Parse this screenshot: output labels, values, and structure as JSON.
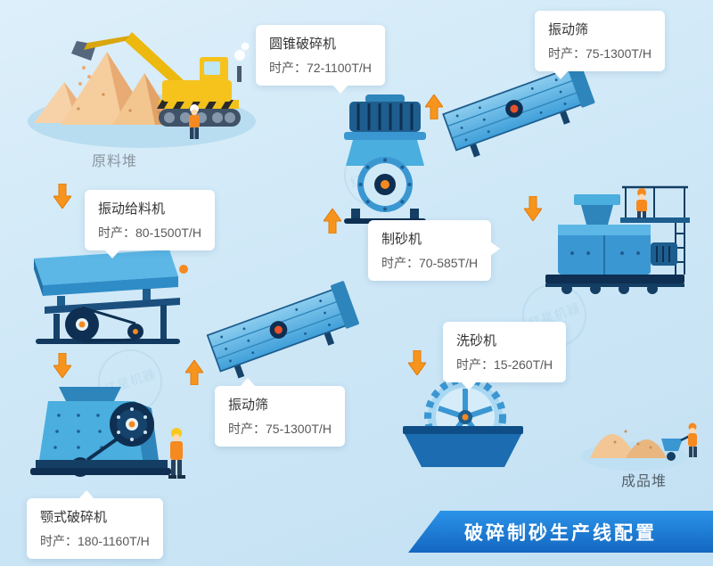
{
  "banner": {
    "title": "破碎制砂生产线配置",
    "bg": "#1b7fd8",
    "text_color": "#ffffff"
  },
  "labels": {
    "raw_pile": "原料堆",
    "product_pile": "成品堆"
  },
  "callouts": {
    "feeder": {
      "name": "振动给料机",
      "capacity": "时产：80-1500T/H"
    },
    "cone": {
      "name": "圆锥破碎机",
      "capacity": "时产：72-1100T/H"
    },
    "screen_top": {
      "name": "振动筛",
      "capacity": "时产：75-1300T/H"
    },
    "screen_mid": {
      "name": "振动筛",
      "capacity": "时产：75-1300T/H"
    },
    "sand_maker": {
      "name": "制砂机",
      "capacity": "时产：70-585T/H"
    },
    "washer": {
      "name": "洗砂机",
      "capacity": "时产：15-260T/H"
    },
    "jaw": {
      "name": "颚式破碎机",
      "capacity": "时产：180-1160T/H"
    }
  },
  "watermark": {
    "text": "红星机器"
  },
  "colors": {
    "machine_blue": "#3b97d2",
    "machine_dark_navy": "#0e2f52",
    "arrow_orange": "#f7941d",
    "sand_tan": "#f2c695",
    "banner_blue": "#1b7fd8"
  }
}
